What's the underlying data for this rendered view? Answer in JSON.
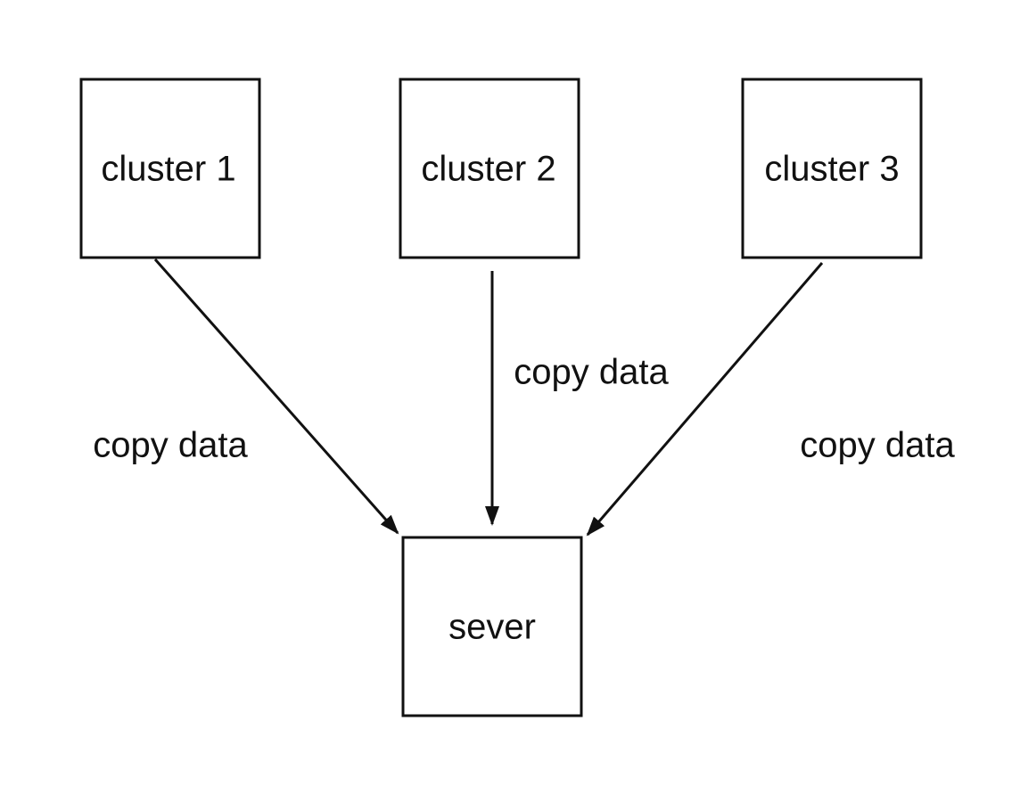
{
  "nodes": {
    "cluster1": {
      "label": "cluster 1"
    },
    "cluster2": {
      "label": "cluster 2"
    },
    "cluster3": {
      "label": "cluster 3"
    },
    "server": {
      "label": "sever"
    }
  },
  "edges": [
    {
      "from": "cluster 1",
      "to": "sever",
      "label": "copy data"
    },
    {
      "from": "cluster 2",
      "to": "sever",
      "label": "copy data"
    },
    {
      "from": "cluster 3",
      "to": "sever",
      "label": "copy data"
    }
  ],
  "colors": {
    "stroke": "#111111",
    "background": "#ffffff"
  }
}
